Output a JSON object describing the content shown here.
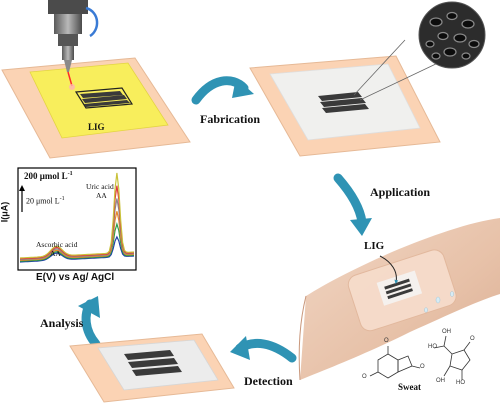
{
  "steps": {
    "fabrication": "Fabrication",
    "application": "Application",
    "detection": "Detection",
    "analysis": "Analysis"
  },
  "labels": {
    "lig_board": "LIG",
    "lig_arm": "LIG",
    "sweat": "Sweat"
  },
  "chart_data": {
    "type": "line",
    "ylabel": "I(μA)",
    "xlabel": "E(V) vs Ag/ AgCl",
    "annotations": {
      "top_conc": "200 μmol L",
      "top_conc_exp": "-1",
      "bottom_conc": "20 μmol L",
      "bottom_conc_exp": "-1",
      "uric": "Uric acid",
      "uric_abbr": "AA",
      "ascorbic": "Ascorbic acid",
      "ascorbic_abbr": "AA"
    },
    "series_colors": [
      "#1f3fa6",
      "#2a9d4a",
      "#e8872a",
      "#8b8b8b",
      "#e03a3a",
      "#c9c23a"
    ]
  },
  "colors": {
    "board": "#fbd3b4",
    "yellow_sheet": "#f8ee5c",
    "arrow": "#2f93b4",
    "electrode": "#3a3a3a"
  }
}
